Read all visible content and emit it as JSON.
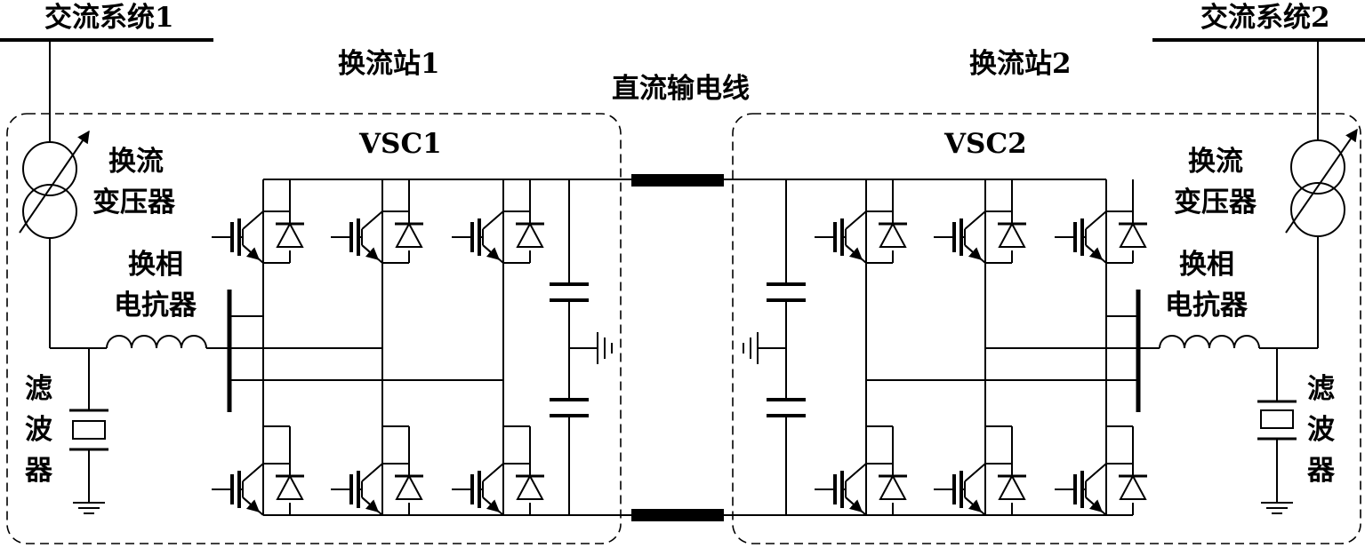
{
  "labels": {
    "ac_system_1": "交流系统1",
    "ac_system_2": "交流系统2",
    "station_1": "换流站1",
    "station_2": "换流站2",
    "dc_line": "直流输电线",
    "vsc_1": "VSC1",
    "vsc_2": "VSC2",
    "transformer_1a": "换流",
    "transformer_1b": "变压器",
    "transformer_2a": "换流",
    "transformer_2b": "变压器",
    "reactor_1a": "换相",
    "reactor_1b": "电抗器",
    "reactor_2a": "换相",
    "reactor_2b": "电抗器",
    "filter_1a": "滤",
    "filter_1b": "波",
    "filter_1c": "器",
    "filter_2a": "滤",
    "filter_2b": "波",
    "filter_2c": "器"
  }
}
